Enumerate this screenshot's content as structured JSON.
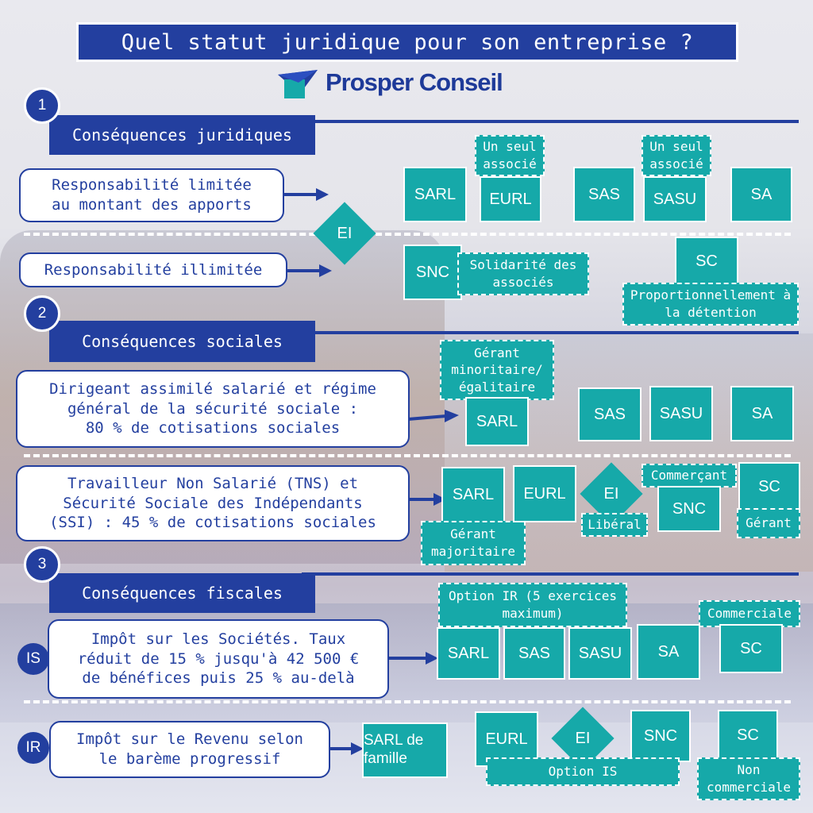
{
  "title": "Quel statut juridique pour son entreprise ?",
  "brand": "Prosper Conseil",
  "colors": {
    "navy": "#233f9f",
    "teal": "#16a9a9",
    "white": "#ffffff"
  },
  "sections": [
    {
      "number": "1",
      "title": "Conséquences juridiques"
    },
    {
      "number": "2",
      "title": "Conséquences sociales"
    },
    {
      "number": "3",
      "title": "Conséquences fiscales"
    }
  ],
  "juridique": {
    "limited": {
      "label_lines": [
        "Responsabilité limitée",
        "au montant des apports"
      ],
      "statuses": [
        "SARL",
        "EURL",
        "SAS",
        "SASU",
        "SA"
      ],
      "note_single_associate": "Un seul associé"
    },
    "ei": "EI",
    "unlimited": {
      "label": "Responsabilité illimitée",
      "snc": "SNC",
      "snc_note": "Solidarité des associés",
      "sc": "SC",
      "sc_note": "Proportionnellement à la détention"
    }
  },
  "social": {
    "salarie": {
      "label_lines": [
        "Dirigeant assimilé salarié et régime",
        "général de la sécurité sociale :",
        "80 % de cotisations sociales"
      ],
      "note_gerant_minoritaire": "Gérant minoritaire/ égalitaire",
      "statuses": [
        "SARL",
        "SAS",
        "SASU",
        "SA"
      ]
    },
    "tns": {
      "label_lines": [
        "Travailleur Non Salarié (TNS) et",
        "Sécurité Sociale des Indépendants",
        "(SSI) : 45 % de cotisations sociales"
      ],
      "statuses": [
        "SARL",
        "EURL",
        "EI",
        "SNC",
        "SC"
      ],
      "note_gerant_majoritaire": "Gérant majoritaire",
      "note_liberal": "Libéral",
      "note_commercant": "Commerçant",
      "note_gerant": "Gérant"
    }
  },
  "fiscal": {
    "is": {
      "tag": "IS",
      "label_lines": [
        "Impôt sur les Sociétés. Taux",
        "réduit de 15 % jusqu'à 42 500 €",
        "de bénéfices puis 25 % au-delà"
      ],
      "note_option_ir": "Option IR (5 exercices maximum)",
      "statuses": [
        "SARL",
        "SAS",
        "SASU",
        "SA",
        "SC"
      ],
      "note_commerciale": "Commerciale"
    },
    "ir": {
      "tag": "IR",
      "label_lines": [
        "Impôt sur le Revenu selon",
        "le barème progressif"
      ],
      "sarl_famille": "SARL de famille",
      "statuses": [
        "EURL",
        "EI",
        "SNC",
        "SC"
      ],
      "note_option_is": "Option IS",
      "note_non_commerciale": "Non commerciale"
    }
  }
}
